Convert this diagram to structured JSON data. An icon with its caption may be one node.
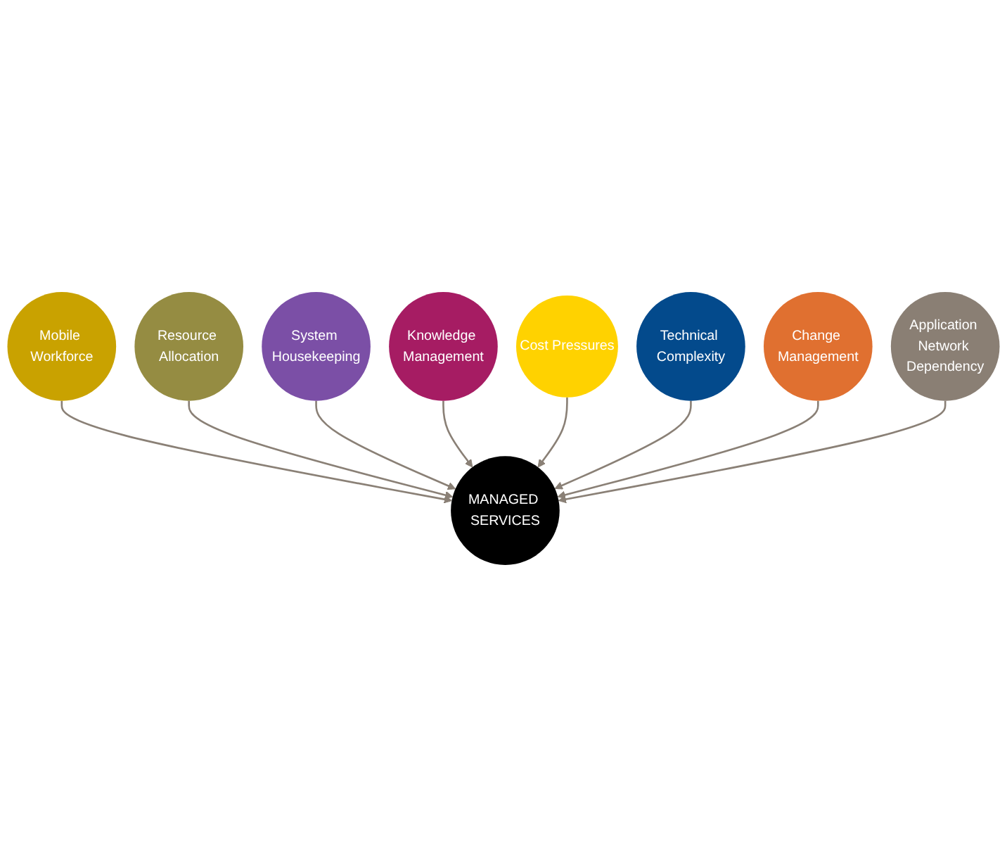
{
  "diagram": {
    "nodes": [
      {
        "text": [
          "Mobile Workforce"
        ]
      },
      {
        "text": [
          "Resource Allocation"
        ]
      },
      {
        "text": [
          "System Housekeeping"
        ]
      },
      {
        "text": [
          "Knowledge Management"
        ]
      },
      {
        "text": [
          "MANAGED SERVICES"
        ]
      },
      {
        "text": [
          "Cost Pressures"
        ]
      },
      {
        "text": [
          "Technical Complexity"
        ]
      },
      {
        "text": [
          "Change Management"
        ]
      },
      {
        "text": [
          "Application Network Dependency"
        ]
      }
    ],
    "edges": [
      {
        "from": 0,
        "to": 4,
        "arrow": "to"
      },
      {
        "from": 1,
        "to": 4,
        "arrow": "to"
      },
      {
        "from": 2,
        "to": 4,
        "arrow": "to"
      },
      {
        "from": 3,
        "to": 4,
        "arrow": "to"
      },
      {
        "from": 5,
        "to": 4,
        "arrow": "to"
      },
      {
        "from": 6,
        "to": 4,
        "arrow": "to"
      },
      {
        "from": 7,
        "to": 4,
        "arrow": "to"
      },
      {
        "from": 8,
        "to": 4,
        "arrow": "to"
      }
    ]
  }
}
